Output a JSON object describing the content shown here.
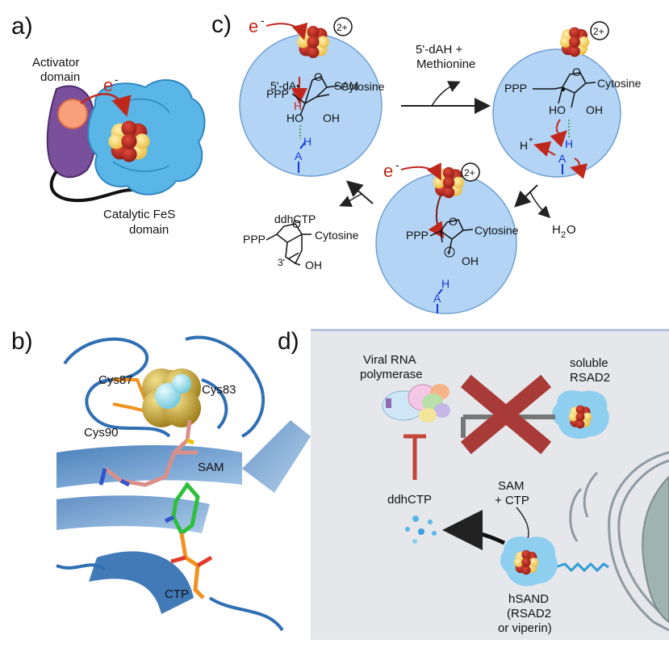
{
  "panels": {
    "a": "a)",
    "b": "b)",
    "c": "c)",
    "d": "d)"
  },
  "panel_a": {
    "activator": [
      "Activator",
      "domain"
    ],
    "electron": "e",
    "electron_sup": "-",
    "catalytic": [
      "Catalytic FeS",
      "domain"
    ]
  },
  "panel_b": {
    "cys87": "Cys87",
    "cys83": "Cys83",
    "cys90": "Cys90",
    "sam": "SAM",
    "ctp": "CTP"
  },
  "panel_c": {
    "electron": "e",
    "electron_sup": "-",
    "charge": "2+",
    "dA_radical": "5'-dA•",
    "sam": "SAM",
    "ppp": "PPP",
    "cytosine": "Cytosine",
    "h": "H",
    "ho": "HO",
    "oh": "OH",
    "o": "O",
    "a": "A",
    "h_plus": "H",
    "h_plus_sup": "+",
    "byproduct": [
      "5'-dAH +",
      "Methionine"
    ],
    "water": "H",
    "water_sub": "2",
    "water_o": "O",
    "product": "ddhCTP",
    "pos3": "3'",
    "plus": "+"
  },
  "panel_d": {
    "polymerase": [
      "Viral RNA",
      "polymerase"
    ],
    "soluble": [
      "soluble",
      "RSAD2"
    ],
    "sam_ctp": [
      "SAM",
      "+ CTP"
    ],
    "ddhctp": "ddhCTP",
    "hsand": [
      "hSAND",
      "(RSAD2",
      "or viperin)"
    ]
  },
  "colors": {
    "bubble": "#b3d4f5",
    "bubble_edge": "#6f9fd0",
    "electron_red": "#c0281c",
    "base_blue": "#1538d6",
    "protein_blue": "#5ab6e6",
    "activator_purple": "#7a4f9c",
    "cluster_red": "#b52a22",
    "cluster_yellow": "#f5d46e",
    "inhibit_red": "#c2453a",
    "panel_d_bg": "#e5e7eb",
    "ribbon_blue": "#2f6fb3"
  }
}
